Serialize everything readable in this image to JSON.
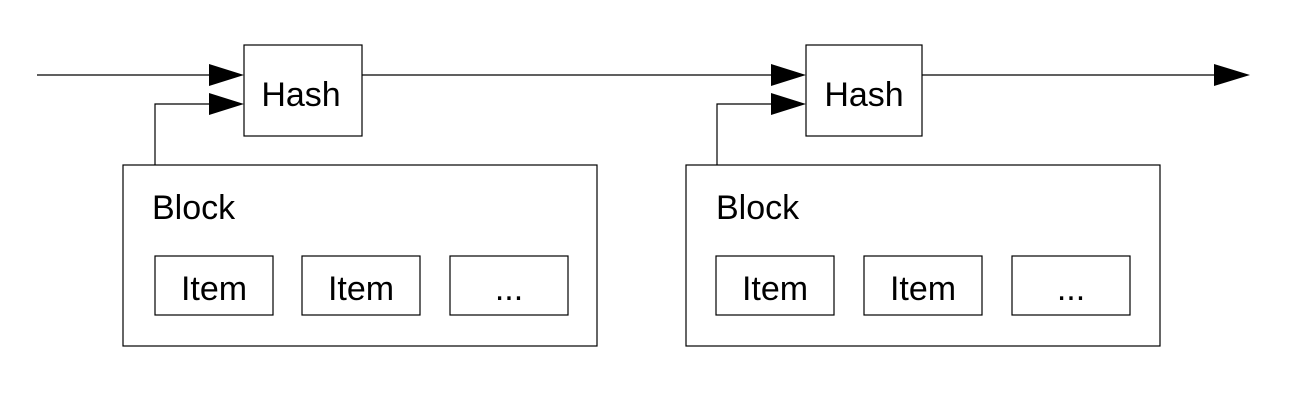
{
  "diagram": {
    "units": [
      {
        "hash_label": "Hash",
        "block_label": "Block",
        "items": [
          "Item",
          "Item",
          "..."
        ]
      },
      {
        "hash_label": "Hash",
        "block_label": "Block",
        "items": [
          "Item",
          "Item",
          "..."
        ]
      }
    ]
  }
}
